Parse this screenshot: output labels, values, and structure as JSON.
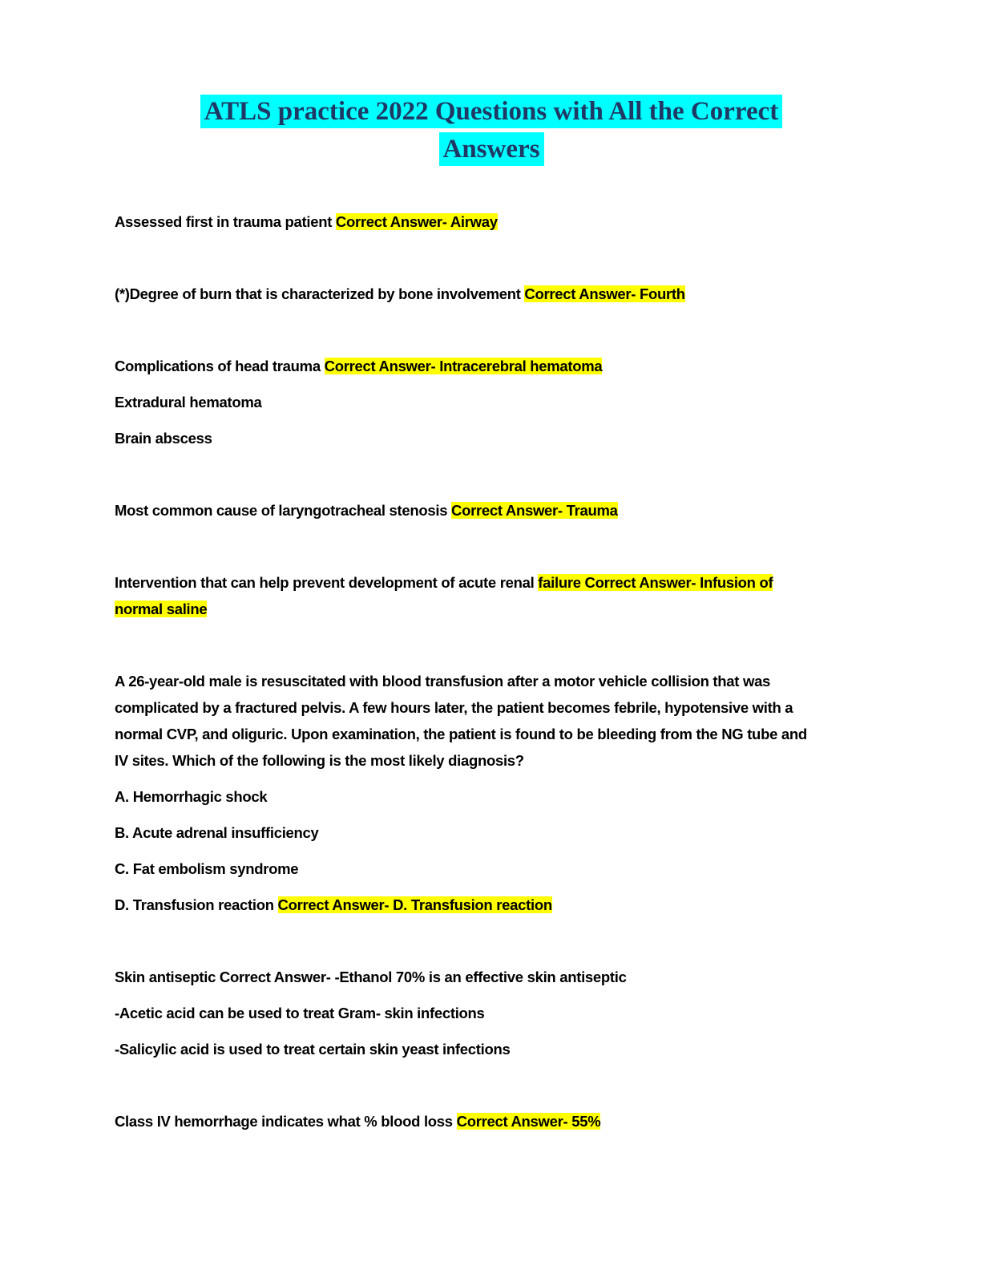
{
  "document": {
    "title": "ATLS practice 2022 Questions with All the Correct\nAnswers"
  },
  "colors": {
    "title_text": "#1f3864",
    "title_highlight": "#00ffff",
    "answer_highlight": "#ffff00",
    "body_text": "#000000",
    "page_background": "#ffffff"
  },
  "paragraphs": [
    {
      "segments": [
        {
          "text": "Assessed first in trauma patient ",
          "highlight": false
        },
        {
          "text": "Correct Answer- Airway",
          "highlight": true
        }
      ],
      "blank_after": true
    },
    {
      "segments": [
        {
          "text": "(*)Degree of burn that is characterized by bone involvement ",
          "highlight": false
        },
        {
          "text": "Correct Answer- Fourth",
          "highlight": true
        }
      ],
      "blank_after": true
    },
    {
      "segments": [
        {
          "text": "Complications of head trauma ",
          "highlight": false
        },
        {
          "text": "Correct Answer- Intracerebral hematoma",
          "highlight": true
        }
      ],
      "blank_after": false
    },
    {
      "segments": [
        {
          "text": "Extradural hematoma",
          "highlight": false
        }
      ],
      "blank_after": false
    },
    {
      "segments": [
        {
          "text": "Brain abscess",
          "highlight": false
        }
      ],
      "blank_after": true
    },
    {
      "segments": [
        {
          "text": "Most common cause of laryngotracheal stenosis ",
          "highlight": false
        },
        {
          "text": "Correct Answer- Trauma",
          "highlight": true
        }
      ],
      "blank_after": true
    },
    {
      "segments": [
        {
          "text": "Intervention that can help prevent development of acute renal ",
          "highlight": false
        },
        {
          "text": "failure Correct Answer- Infusion of\nnormal saline",
          "highlight": true
        }
      ],
      "blank_after": true
    },
    {
      "segments": [
        {
          "text": "A 26-year-old male is resuscitated with blood transfusion after a motor vehicle collision that was\ncomplicated by a fractured pelvis. A few hours later, the patient becomes febrile, hypotensive with a\nnormal CVP, and oliguric. Upon examination, the patient is found to be bleeding from the NG tube and\nIV sites. Which of the following is the most likely diagnosis?",
          "highlight": false
        }
      ],
      "blank_after": false
    },
    {
      "segments": [
        {
          "text": "A. Hemorrhagic shock",
          "highlight": false
        }
      ],
      "blank_after": false
    },
    {
      "segments": [
        {
          "text": "B. Acute adrenal insufficiency",
          "highlight": false
        }
      ],
      "blank_after": false
    },
    {
      "segments": [
        {
          "text": "C. Fat embolism syndrome",
          "highlight": false
        }
      ],
      "blank_after": false
    },
    {
      "segments": [
        {
          "text": "D. Transfusion reaction ",
          "highlight": false
        },
        {
          "text": "Correct Answer- D. Transfusion reaction",
          "highlight": true
        }
      ],
      "blank_after": true
    },
    {
      "segments": [
        {
          "text": "Skin antiseptic Correct Answer- -Ethanol 70% is an effective skin antiseptic",
          "highlight": false
        }
      ],
      "blank_after": false
    },
    {
      "segments": [
        {
          "text": "-Acetic acid can be used to treat Gram- skin infections",
          "highlight": false
        }
      ],
      "blank_after": false
    },
    {
      "segments": [
        {
          "text": "-Salicylic acid is used to treat certain skin yeast infections",
          "highlight": false
        }
      ],
      "blank_after": true
    },
    {
      "segments": [
        {
          "text": "Class IV hemorrhage indicates what % blood loss ",
          "highlight": false
        },
        {
          "text": "Correct Answer- 55%",
          "highlight": true
        }
      ],
      "blank_after": false
    }
  ]
}
